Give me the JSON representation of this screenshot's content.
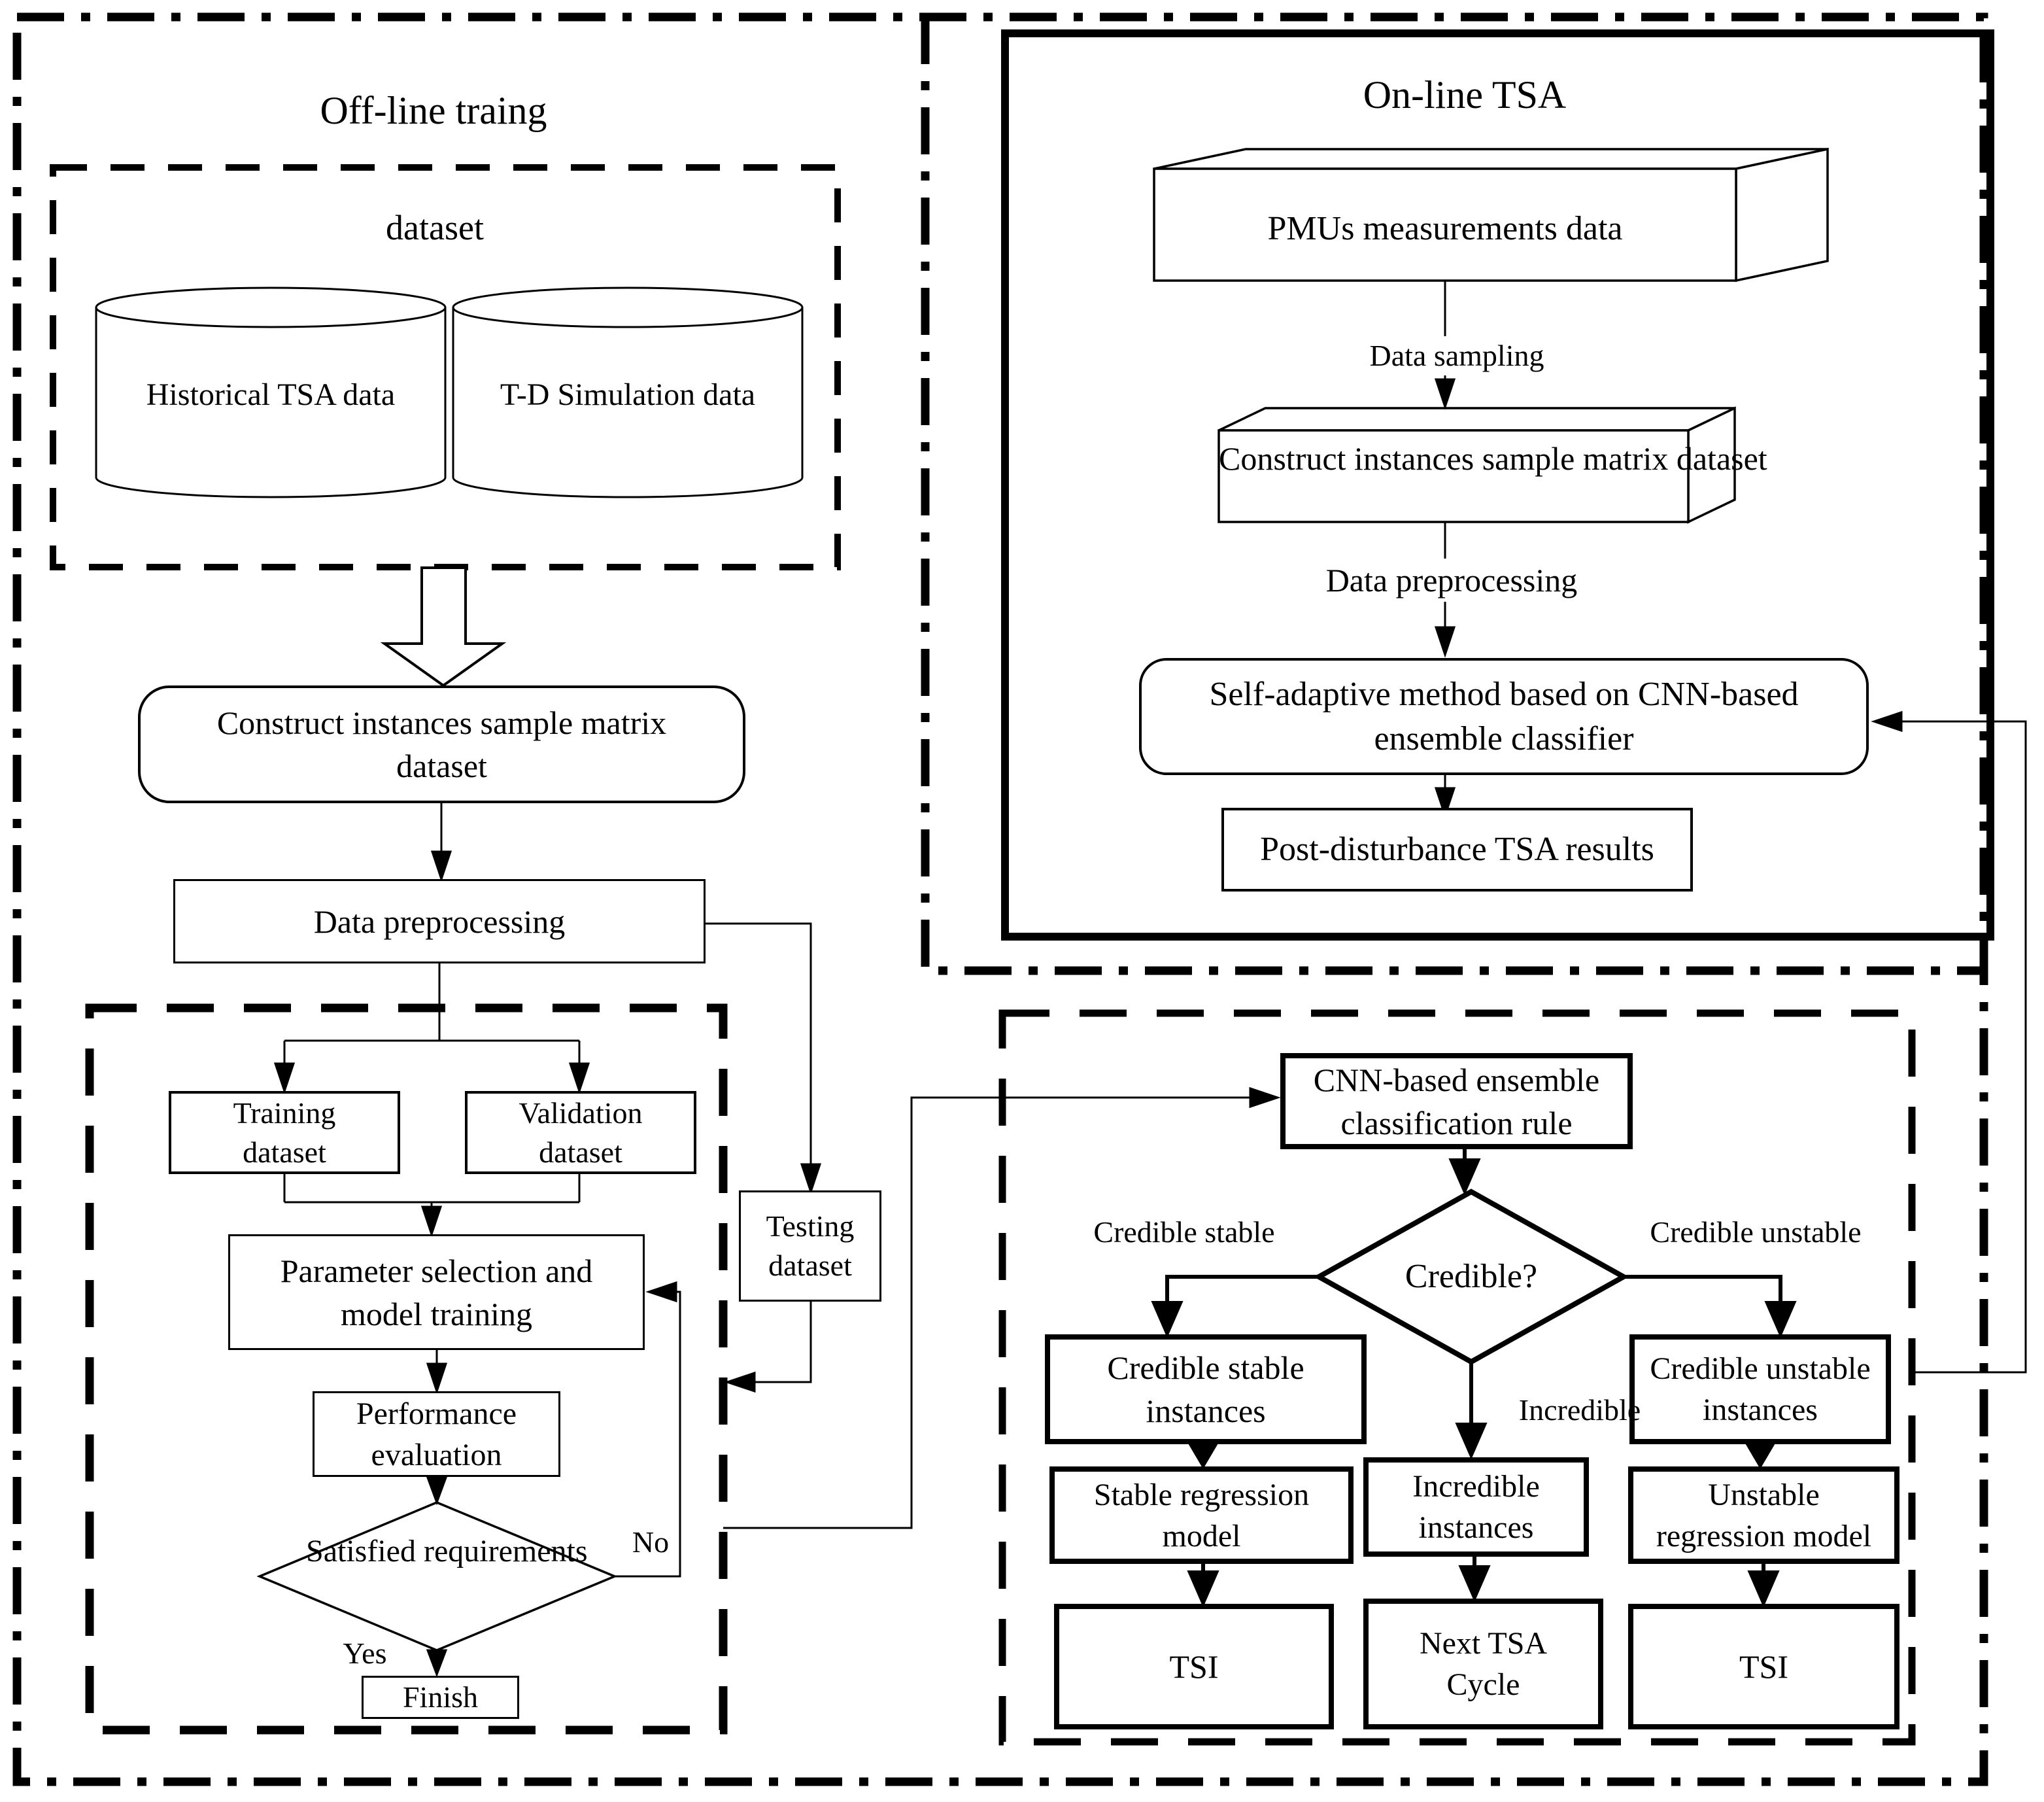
{
  "colors": {
    "ink": "#000000",
    "paper": "#ffffff"
  },
  "offline": {
    "title": "Off-line traing",
    "dataset_label": "dataset",
    "cylinder1": "Historical TSA data",
    "cylinder2": "T-D Simulation data",
    "construct": {
      "line1": "Construct instances sample matrix",
      "line2": "dataset"
    },
    "preprocess": "Data preprocessing",
    "training": {
      "line1": "Training",
      "line2": "dataset"
    },
    "validation": {
      "line1": "Validation",
      "line2": "dataset"
    },
    "parameter": {
      "line1": "Parameter selection and",
      "line2": "model training"
    },
    "performance": {
      "line1": "Performance",
      "line2": "evaluation"
    },
    "decision": {
      "line1": "Satisfied",
      "line2": "requirements"
    },
    "label_no": "No",
    "label_yes": "Yes",
    "finish": "Finish",
    "testing": {
      "line1": "Testing",
      "line2": "dataset"
    }
  },
  "online": {
    "title": "On-line TSA",
    "pmus": "PMUs measurements data",
    "sampling_label": "Data sampling",
    "construct": {
      "line1": "Construct instances sample",
      "line2": "matrix dataset"
    },
    "preprocess_label": "Data preprocessing",
    "selfadaptive": {
      "line1": "Self-adaptive method based on CNN-based",
      "line2": "ensemble classifier"
    },
    "results": "Post-disturbance TSA results"
  },
  "classify": {
    "rule": {
      "line1": "CNN-based ensemble",
      "line2": "classification rule"
    },
    "credible": "Credible?",
    "label_stable": "Credible stable",
    "label_unstable": "Credible unstable",
    "label_incredible": "Incredible",
    "stable_instances": {
      "line1": "Credible stable",
      "line2": "instances"
    },
    "unstable_instances": {
      "line1": "Credible unstable",
      "line2": "instances"
    },
    "stable_model": {
      "line1": "Stable regression",
      "line2": "model"
    },
    "unstable_model": {
      "line1": "Unstable",
      "line2": "regression model"
    },
    "incredible_instances": {
      "line1": "Incredible",
      "line2": "instances"
    },
    "tsi_left": "TSI",
    "tsi_right": "TSI",
    "next_cycle": {
      "line1": "Next TSA",
      "line2": "Cycle"
    }
  }
}
